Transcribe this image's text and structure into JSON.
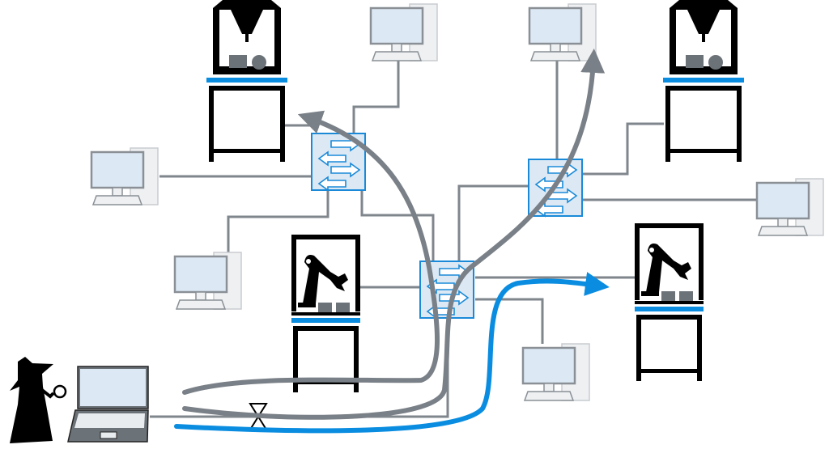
{
  "diagram": {
    "colors": {
      "link": "#7f868c",
      "attack_path": "#7a8087",
      "highlight_path": "#0a8de0",
      "switch_fill": "#dce9f5",
      "switch_stroke": "#1a8ad8",
      "machine": "#000000",
      "table_bar": "#0a8de0",
      "screen": "#dce9f5"
    },
    "nodes": [
      {
        "type": "cnc-machine",
        "icon": "cnc-machine-icon"
      },
      {
        "type": "cnc-machine",
        "icon": "cnc-machine-icon"
      },
      {
        "type": "robot-cell",
        "icon": "robot-arm-icon"
      },
      {
        "type": "robot-cell",
        "icon": "robot-arm-icon"
      },
      {
        "type": "network-switch",
        "icon": "switch-icon"
      },
      {
        "type": "network-switch",
        "icon": "switch-icon"
      },
      {
        "type": "network-switch",
        "icon": "switch-icon"
      },
      {
        "type": "desktop-computer",
        "icon": "desktop-icon"
      },
      {
        "type": "laptop",
        "icon": "laptop-icon"
      },
      {
        "type": "attacker",
        "icon": "detective-icon"
      },
      {
        "type": "valve",
        "icon": "valve-icon"
      }
    ]
  }
}
